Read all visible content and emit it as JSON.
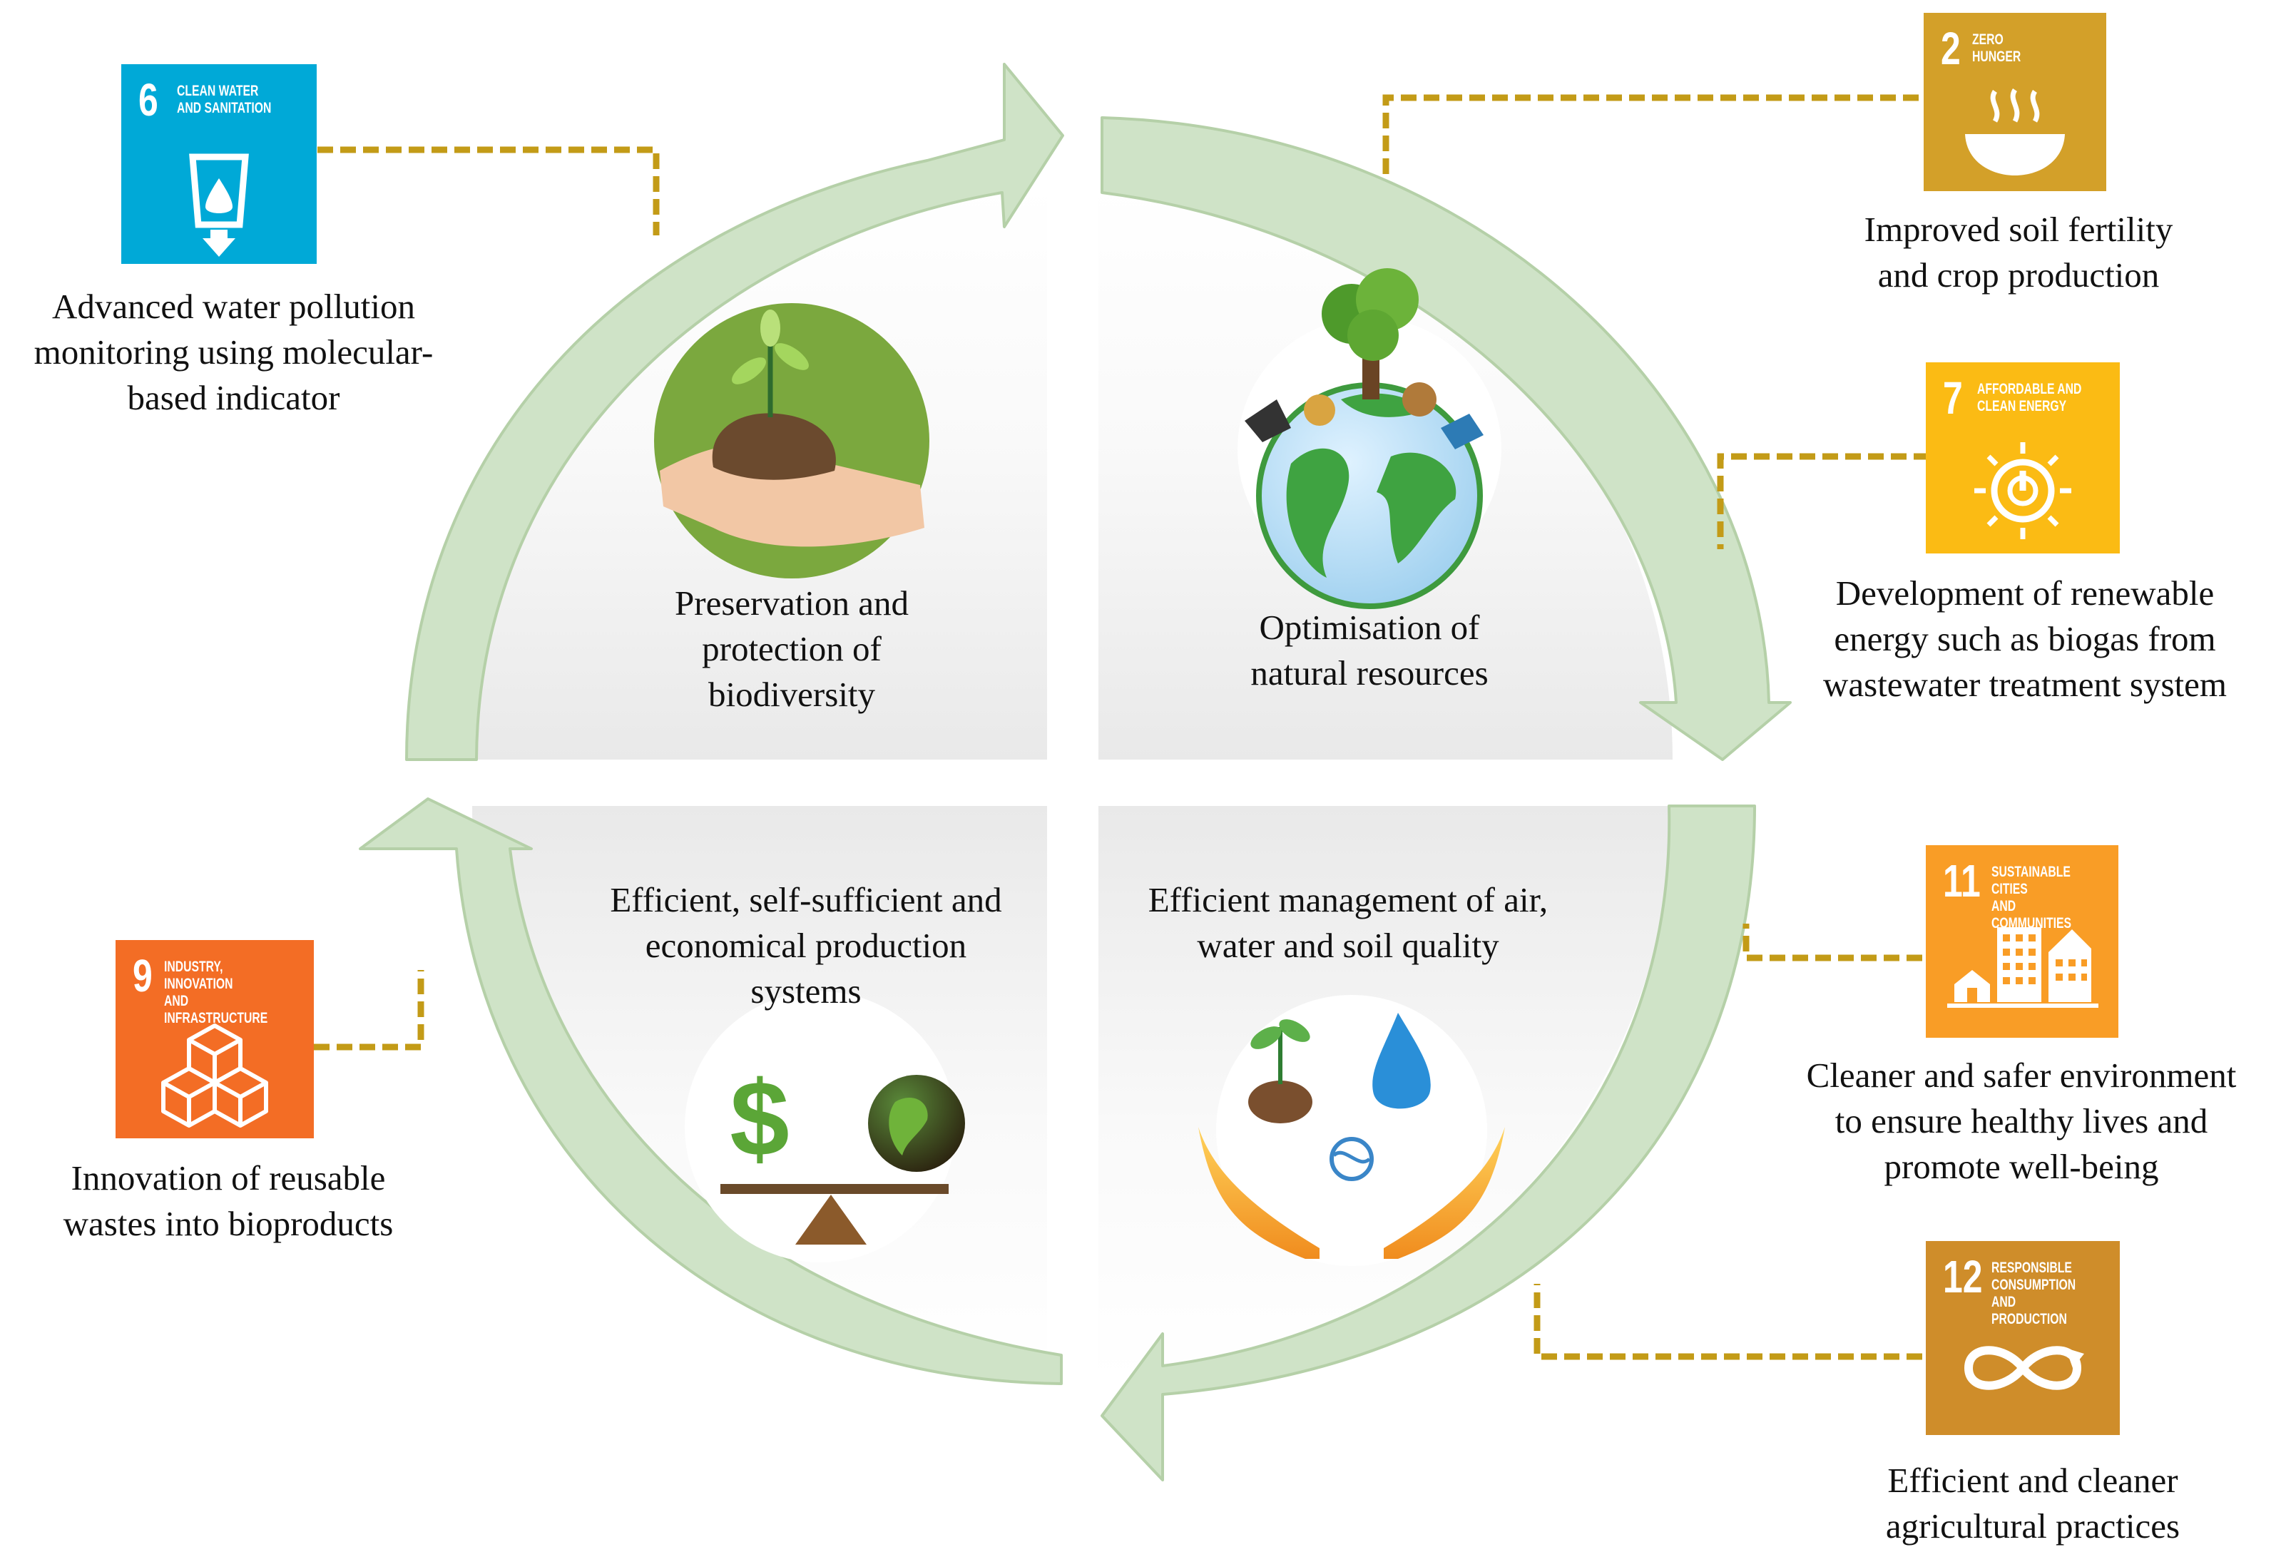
{
  "colors": {
    "sdg6": "#00A9D7",
    "sdg2": "#D3A029",
    "sdg7": "#FBBB14",
    "sdg9": "#F36D25",
    "sdg11": "#F99D26",
    "sdg12": "#CF8D2A",
    "connector": "#C39B17",
    "arrow_fill": "#CFE3C7",
    "arrow_stroke": "#B7D1AB",
    "circle_bg": "#F2F2F2"
  },
  "sdgs": {
    "sdg6": {
      "number": "6",
      "title": "CLEAN WATER\nAND SANITATION",
      "icon": "water-glass-icon"
    },
    "sdg2": {
      "number": "2",
      "title": "ZERO\nHUNGER",
      "icon": "bowl-icon"
    },
    "sdg7": {
      "number": "7",
      "title": "AFFORDABLE AND\nCLEAN ENERGY",
      "icon": "sun-power-icon"
    },
    "sdg9": {
      "number": "9",
      "title": "INDUSTRY, INNOVATION\nAND INFRASTRUCTURE",
      "icon": "cubes-icon"
    },
    "sdg11": {
      "number": "11",
      "title": "SUSTAINABLE CITIES\nAND COMMUNITIES",
      "icon": "city-icon"
    },
    "sdg12": {
      "number": "12",
      "title": "RESPONSIBLE\nCONSUMPTION\nAND PRODUCTION",
      "icon": "infinity-icon"
    }
  },
  "outcomes": {
    "sdg6": "Advanced water pollution\nmonitoring using molecular-\nbased indicator",
    "sdg2": "Improved soil fertility\nand crop production",
    "sdg7": "Development of renewable\nenergy such as biogas from\nwastewater treatment system",
    "sdg9": "Innovation of reusable\nwastes into bioproducts",
    "sdg11": "Cleaner and safer environment\nto ensure healthy lives and\npromote well-being",
    "sdg12": "Efficient and cleaner\nagricultural practices"
  },
  "quadrants": {
    "top_left": {
      "label": "Preservation and\nprotection of\nbiodiversity",
      "icon": "hand-soil-sprout-icon"
    },
    "top_right": {
      "label": "Optimisation of\nnatural resources",
      "icon": "earth-tree-resources-icon"
    },
    "bottom_left": {
      "label": "Efficient, self-sufficient and\neconomical production\nsystems",
      "icon": "dollar-globe-balance-icon"
    },
    "bottom_right": {
      "label": "Efficient management of air,\nwater and soil quality",
      "icon": "hands-plant-water-icon"
    }
  }
}
